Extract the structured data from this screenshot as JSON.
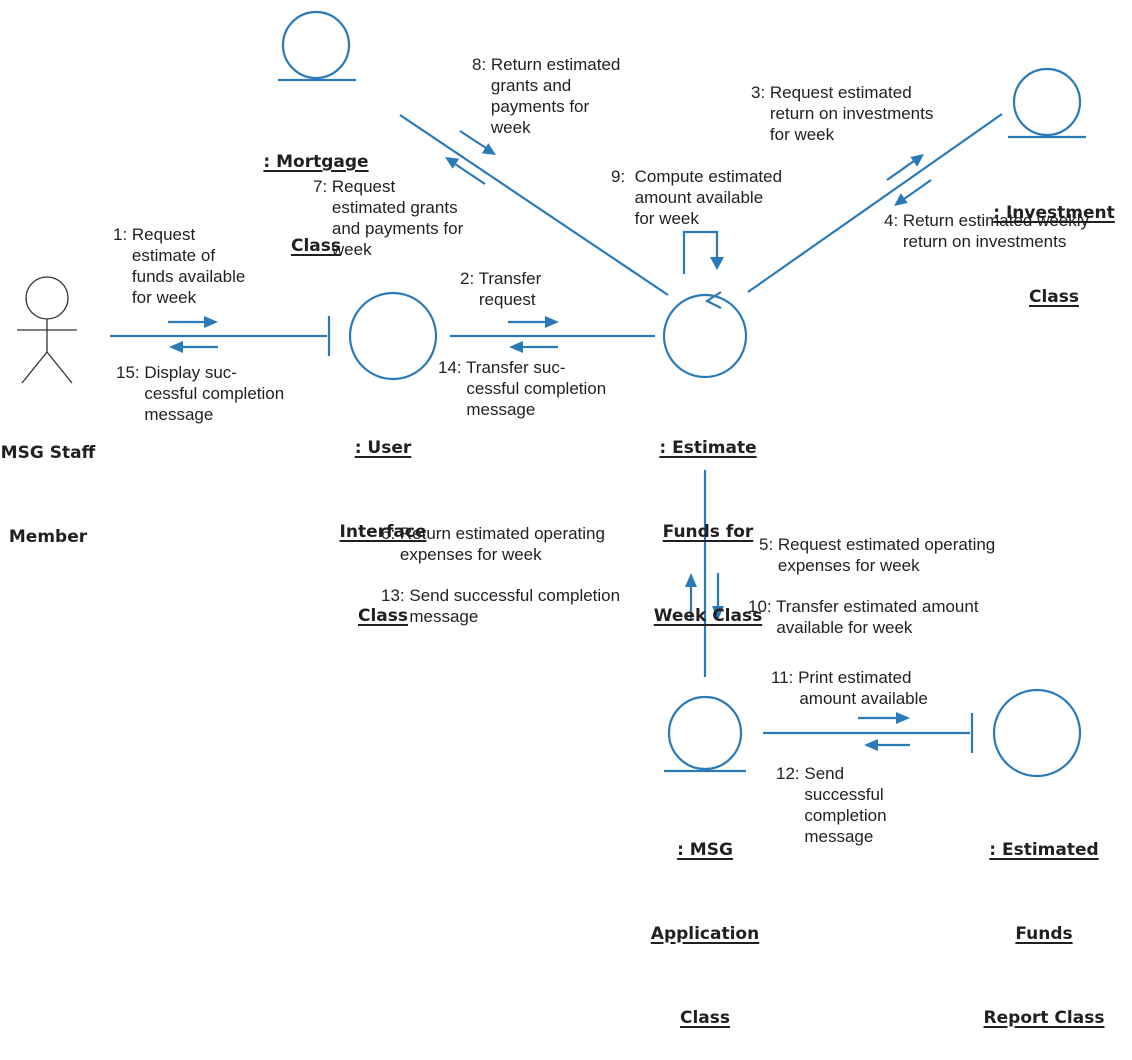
{
  "colors": {
    "line": "#2a7ab8",
    "text": "#231f20",
    "actor": "#333333"
  },
  "objects": {
    "mortgage": {
      "lines": [
        ": Mortgage",
        "Class"
      ]
    },
    "investment": {
      "lines": [
        ": Investment",
        "Class"
      ]
    },
    "actor": {
      "lines": [
        "MSG Staff",
        "Member"
      ]
    },
    "ui": {
      "lines": [
        ": User",
        "Interface",
        "Class"
      ]
    },
    "estimate": {
      "lines": [
        ": Estimate",
        "Funds for",
        "Week Class"
      ]
    },
    "app": {
      "lines": [
        ": MSG",
        "Application",
        "Class"
      ]
    },
    "report": {
      "lines": [
        ": Estimated",
        "Funds",
        "Report Class"
      ]
    }
  },
  "messages": {
    "m1": "1: Request\n    estimate of\n    funds available\n    for week",
    "m2": "2: Transfer\n    request",
    "m3": "3: Request estimated\n    return on investments\n    for week",
    "m4": "4: Return estimated weekly\n    return on investments",
    "m5": "5: Request estimated operating\n    expenses for week",
    "m6": "6: Return estimated operating\n    expenses for week",
    "m7": "7: Request\n    estimated grants\n    and payments for\n    week",
    "m8": "8: Return estimated\n    grants and\n    payments for\n    week",
    "m9": "9:  Compute estimated\n     amount available\n     for week",
    "m10": "10: Transfer estimated amount\n      available for week",
    "m11": "11: Print estimated\n      amount available",
    "m12": "12: Send\n      successful\n      completion\n      message",
    "m13": "13: Send successful completion\n      message",
    "m14": "14: Transfer suc-\n      cessful completion\n      message",
    "m15": "15: Display suc-\n      cessful completion\n      message"
  }
}
